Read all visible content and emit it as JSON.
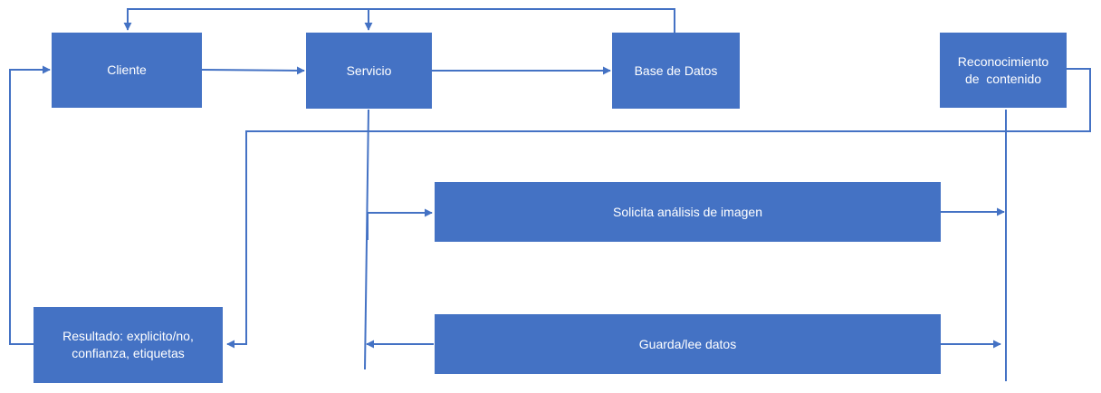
{
  "colors": {
    "box_fill": "#4472C4",
    "connector": "#4472C4",
    "text": "#FFFFFF",
    "background": "#FFFFFF"
  },
  "nodes": {
    "cliente": {
      "label": "Cliente"
    },
    "servicio": {
      "label": "Servicio"
    },
    "base_datos": {
      "label": "Base de Datos"
    },
    "reconocimiento": {
      "line1": "Reconocimiento",
      "line2": "de  contenido"
    },
    "solicita": {
      "label": "Solicita análisis de imagen"
    },
    "guarda": {
      "label": "Guarda/lee datos"
    },
    "resultado": {
      "line1": "Resultado: explicito/no,",
      "line2": "confianza, etiquetas"
    }
  }
}
